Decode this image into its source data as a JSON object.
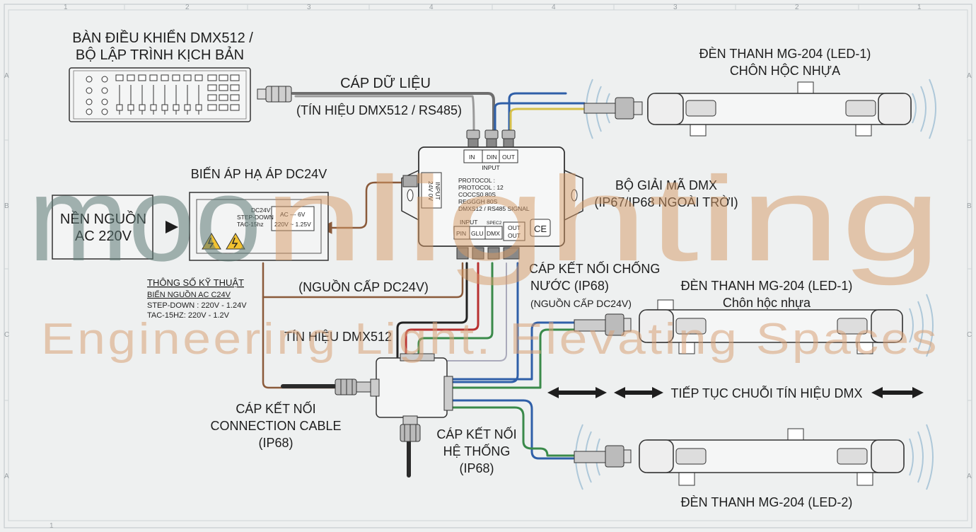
{
  "frame": {
    "columns_top": [
      "1",
      "2",
      "3",
      "4",
      "4",
      "3",
      "2",
      "1"
    ],
    "rows_left": [
      "A",
      "B",
      "C"
    ],
    "rows_right": [
      "A",
      "B",
      "C",
      "A"
    ]
  },
  "controller": {
    "title_line1": "BÀN ĐIỀU KHIỂN DMX512 /",
    "title_line2": "BỘ LẬP TRÌNH KỊCH BẢN"
  },
  "data_cable": {
    "line1": "CÁP DỮ LIỆU",
    "line2": "(TÍN HIỆU DMX512 / RS485)"
  },
  "led1_top": {
    "line1": "ĐÈN THANH MG-204 (LED-1)",
    "line2": "CHÔN HỘC NHỰA"
  },
  "decoder": {
    "label_line1": "BỘ GIẢI MÃ DMX",
    "label_line2": "(IP67/IP68 NGOÀI TRỜI)",
    "input_ports": [
      "IN",
      "DIN",
      "OUT"
    ],
    "input_title": "INPUT",
    "side_label": "INPUT",
    "side_ports": "24V 0V",
    "specs": [
      "PROTOCOL :",
      "PROTOCOL : 12",
      "COCCS0 80S",
      "REGGGH 80S",
      "DMXS12 / RS485 SIGNAL"
    ],
    "bottom_input": "INPUT",
    "bottom_spec": "SPEC2",
    "bottom_ports": [
      "PIN",
      "GLU",
      "DMX"
    ],
    "out_label_line1": "OUT",
    "out_label_line2": "OUT",
    "ce": "CE"
  },
  "transformer": {
    "title": "BIẾN ÁP HẠ ÁP DC24V",
    "spec_left": [
      "DC24V",
      "STEP-DOWN",
      "TAC-15hz"
    ],
    "spec_right": [
      "AC --- 6V",
      "220V ~ 1.25V"
    ]
  },
  "power": {
    "line1": "NỀN NGUỒN",
    "line2": "AC 220V"
  },
  "specs": {
    "title": "THÔNG SỐ KỸ THUẬT",
    "lines": [
      "BIẾN NGUỒN AC C24V",
      "STEP-DOWN : 220V - 1.24V",
      "TAC-15HZ: 220V - 1.2V"
    ]
  },
  "power_feed": "(NGUỒN CẤP DC24V)",
  "dmx_signal": "TÍN HIỆU DMX512",
  "waterproof_cable": {
    "line1": "CÁP KẾT NỐI CHỐNG",
    "line2": "NƯỚC (IP68)",
    "line3": "(NGUỒN CẤP DC24V)"
  },
  "led1_mid": {
    "line1": "ĐÈN THANH MG-204 (LED-1)",
    "line2": "Chôn hộc nhựa"
  },
  "continue_chain": "TIẾP TỤC CHUỖI TÍN HIỆU DMX",
  "connection_cable": {
    "line1": "CÁP KẾT NỐI",
    "line2": "CONNECTION CABLE",
    "line3": "(IP68)"
  },
  "system_cable": {
    "line1": "CÁP KẾT NỐI",
    "line2": "HỆ THỐNG",
    "line3": "(IP68)"
  },
  "led2": {
    "line1": "ĐÈN THANH MG-204 (LED-2)"
  },
  "watermark": {
    "logo_part1": "moo",
    "logo_part2": "nlighting",
    "tagline": "Engineering Light. Elevating Spaces"
  },
  "colors": {
    "power_brown": "#8a5a3a",
    "data_gray": "#707070",
    "blue": "#2f5fa8",
    "yellow": "#d6c04a",
    "red": "#b83030",
    "green": "#3a8a4a",
    "black": "#222222"
  }
}
